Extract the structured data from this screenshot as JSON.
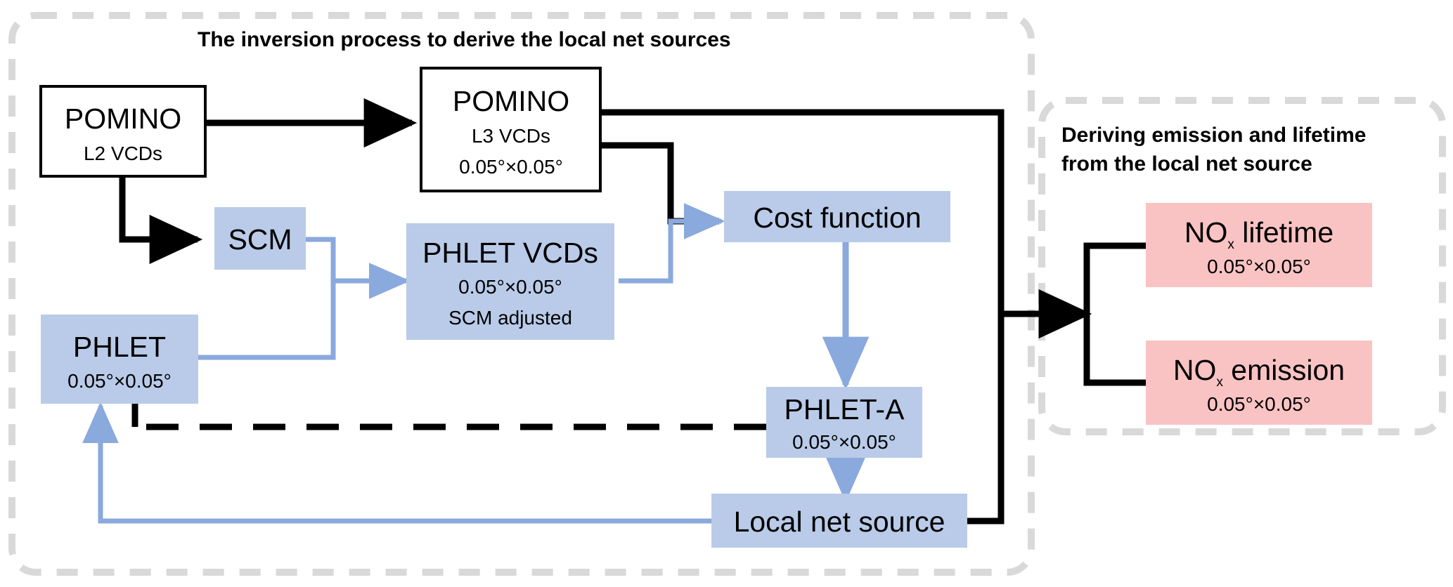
{
  "figure": {
    "type": "flowchart",
    "background": "#ffffff"
  },
  "colors": {
    "blue_box": "#b9cbe8",
    "pink_box": "#fac3c3",
    "blue_arrow": "#8aa9dd",
    "black_arrow": "#000000",
    "dashed_panel": "#d9d9d9",
    "white_box_border": "#000000"
  },
  "panels": {
    "left": {
      "title": "The inversion process to derive the local net sources"
    },
    "right": {
      "title_line1": "Deriving emission and lifetime",
      "title_line2": "from the local net source"
    }
  },
  "nodes": {
    "pomino_l2": {
      "label": "POMINO",
      "sub1": "L2 VCDs",
      "style": "white"
    },
    "pomino_l3": {
      "label": "POMINO",
      "sub1": "L3 VCDs",
      "sub2": "0.05°×0.05°",
      "style": "white"
    },
    "scm": {
      "label": "SCM",
      "style": "blue"
    },
    "phlet": {
      "label": "PHLET",
      "sub1": "0.05°×0.05°",
      "style": "blue"
    },
    "phlet_vcds": {
      "label": "PHLET VCDs",
      "sub1": "0.05°×0.05°",
      "sub2": "SCM adjusted",
      "style": "blue"
    },
    "cost_function": {
      "label": "Cost function",
      "style": "blue"
    },
    "phlet_a": {
      "label": "PHLET-A",
      "sub1": "0.05°×0.05°",
      "style": "blue"
    },
    "local_net_source": {
      "label": "Local net source",
      "style": "blue"
    },
    "nox_lifetime": {
      "label_main": "NO",
      "label_sub": "x",
      "label_rest": " lifetime",
      "sub1": "0.05°×0.05°",
      "style": "pink"
    },
    "nox_emission": {
      "label_main": "NO",
      "label_sub": "x",
      "label_rest": " emission",
      "sub1": "0.05°×0.05°",
      "style": "pink"
    }
  },
  "edges": [
    {
      "from": "pomino_l2",
      "to": "pomino_l3",
      "color": "black",
      "kind": "solid-arrow"
    },
    {
      "from": "pomino_l2",
      "to": "scm",
      "color": "black",
      "kind": "solid-arrow"
    },
    {
      "from": "pomino_l3",
      "to": "cost_function",
      "color": "black",
      "kind": "solid-line"
    },
    {
      "from": "pomino_l3",
      "to": "merge_right",
      "color": "black",
      "kind": "solid-line"
    },
    {
      "from": "scm",
      "to": "phlet_vcds",
      "color": "blue",
      "kind": "solid-arrow"
    },
    {
      "from": "phlet",
      "to": "phlet_vcds",
      "color": "blue",
      "kind": "solid-arrow"
    },
    {
      "from": "phlet_vcds",
      "to": "cost_function",
      "color": "blue",
      "kind": "solid-arrow"
    },
    {
      "from": "cost_function",
      "to": "phlet_a",
      "color": "blue",
      "kind": "solid-arrow"
    },
    {
      "from": "phlet_a",
      "to": "phlet",
      "color": "black",
      "kind": "dashed-line"
    },
    {
      "from": "phlet_a",
      "to": "local_net_source",
      "color": "blue",
      "kind": "solid-arrow"
    },
    {
      "from": "local_net_source",
      "to": "phlet",
      "color": "blue",
      "kind": "solid-arrow"
    },
    {
      "from": "local_net_source",
      "to": "nox_lifetime",
      "color": "black",
      "kind": "solid-arrow"
    },
    {
      "from": "local_net_source",
      "to": "nox_emission",
      "color": "black",
      "kind": "solid-arrow"
    }
  ]
}
